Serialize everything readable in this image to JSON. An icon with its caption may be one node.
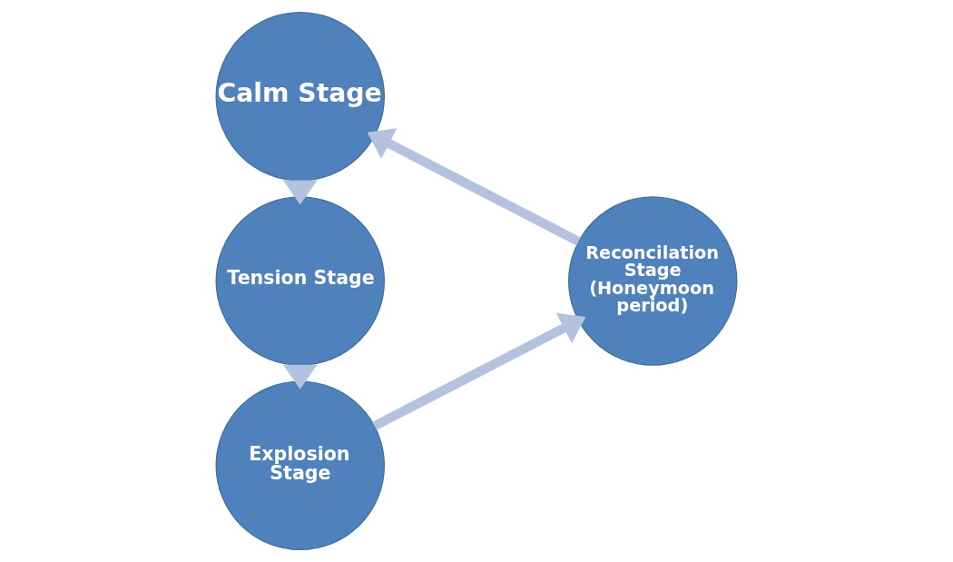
{
  "diagram": {
    "nodes": [
      {
        "text": [
          "Calm Stage"
        ]
      },
      {
        "text": [
          "Tension Stage"
        ]
      },
      {
        "text": [
          "Explosion Stage"
        ]
      },
      {
        "text": [
          "Reconcilation Stage (Honeymoon period)"
        ]
      }
    ],
    "edges": [
      {
        "from": 0,
        "to": 1,
        "arrow": "to"
      },
      {
        "from": 1,
        "to": 2,
        "arrow": "to"
      },
      {
        "from": 2,
        "to": 3,
        "arrow": "to"
      },
      {
        "from": 3,
        "to": 0,
        "arrow": "to"
      }
    ]
  }
}
